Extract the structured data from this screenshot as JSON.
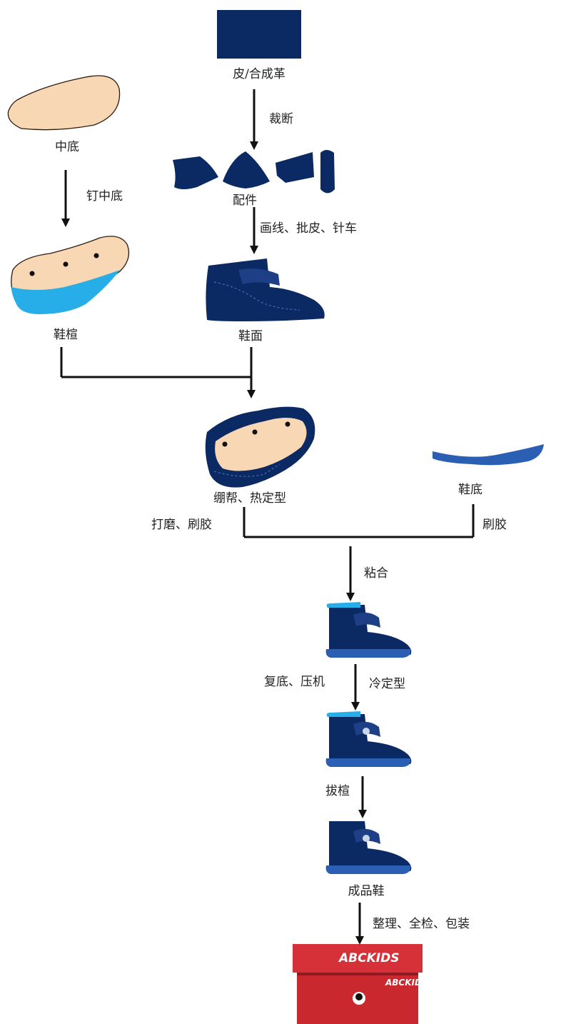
{
  "colors": {
    "navy": "#0b2a63",
    "navy_light": "#1e3f86",
    "sky": "#27aee8",
    "blue": "#2b5fb3",
    "skin": "#f8d7b4",
    "box_red": "#c8282e",
    "line": "#111111"
  },
  "nodes": {
    "leather": "皮/合成革",
    "parts": "配件",
    "midsole": "中底",
    "last": "鞋楦",
    "upper": "鞋面",
    "lasted": "绷帮、热定型",
    "outsole": "鞋底",
    "finished": "成品鞋"
  },
  "steps": {
    "cut": "裁断",
    "stitch": "画线、批皮、针车",
    "nail": "钉中底",
    "grind": "打磨、刷胶",
    "glue_sole": "刷胶",
    "bond": "粘合",
    "press": "复底、压机",
    "cool": "冷定型",
    "pull_last": "拔楦",
    "pack": "整理、全检、包装"
  },
  "box": {
    "brand_lid": "ABCKIDS",
    "brand_side": "ABCKIDS"
  },
  "icons": [
    "material-sheet-icon",
    "cut-parts-icon",
    "midsole-icon",
    "shoe-last-icon",
    "shoe-upper-icon",
    "lasted-upper-icon",
    "outsole-icon",
    "shoe-icon",
    "shoe-box-icon"
  ]
}
